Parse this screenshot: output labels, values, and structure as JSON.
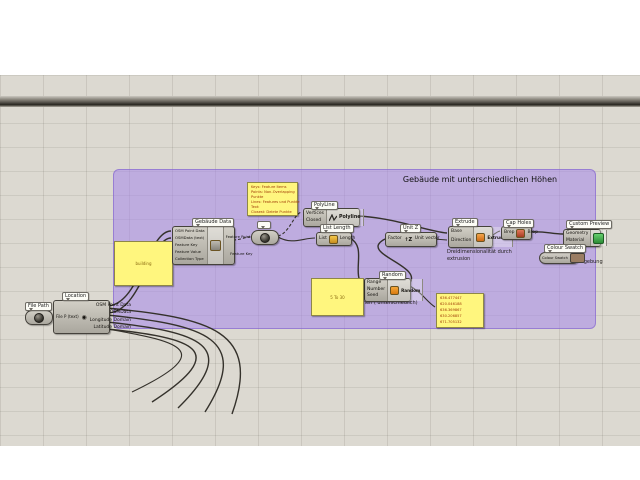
{
  "group": {
    "title": "Gebäude mit unterschiedlichen Höhen"
  },
  "colors": {
    "group_fill": "rgba(165,135,235,0.55)",
    "panel_yellow": "#fff67e",
    "swatch_brown": "#9a7d62",
    "preview_green": "#3fae49",
    "random_orange": "#e8920e",
    "extrude_orange": "#e07b28"
  },
  "nodes": {
    "file_path": {
      "tag": "File Path"
    },
    "location": {
      "tag": "Location",
      "input": "File P (text)",
      "outputs": [
        "OSM Point Data",
        "OSMData",
        "Longitude Domain",
        "Latitude Domain"
      ]
    },
    "osm_data": {
      "tag": "Gebäude Data",
      "inputs": [
        "OSM Point Data",
        "OSMData (text)",
        "Feature Key",
        "Feature Value",
        "Collection Type"
      ],
      "outputs": [
        "Feature Points",
        "Feature Key"
      ]
    },
    "panel_building": {
      "text": "building"
    },
    "panel_notes": {
      "lines": [
        "Keys: Feature Items",
        "Points: Non-Overlapping",
        "Punkte",
        "Lines: Features und Punkte",
        "Text:",
        "Closest: Delete Punkte"
      ]
    },
    "point_param": {
      "tag": ""
    },
    "polyline": {
      "tag": "PolyLine",
      "inputs": [
        "Vertices",
        "Closed"
      ],
      "label": "Polyline"
    },
    "list_length": {
      "tag": "List Length",
      "left": "List",
      "right": "Length"
    },
    "unit_z": {
      "tag": "Unit Z",
      "left": "Factor",
      "right": "Unit vector"
    },
    "extrude": {
      "tag": "Extrude",
      "inputs": [
        "Base",
        "Direction"
      ],
      "label": "Extrusion"
    },
    "cap_holes": {
      "tag": "Cap Holes",
      "left": "Brep",
      "right": "Brep"
    },
    "custom_preview": {
      "tag": "Custom Preview",
      "inputs": [
        "Geometry",
        "Material"
      ]
    },
    "colour_swatch": {
      "tag": "Colour Swatch",
      "label": "Colour Swatch"
    },
    "random": {
      "tag": "Random",
      "inputs": [
        "Range",
        "Number",
        "Seed"
      ],
      "label": "Random"
    },
    "panel_domain": {
      "text": "5 To 30"
    },
    "panel_values": {
      "lines": [
        "636.477447",
        "620.046188",
        "636.369867",
        "630.206857",
        "671.705132"
      ]
    }
  },
  "annotations": {
    "extrusion_note": "Dreidimensionalität durch\nextrusion",
    "heights_note": "Höhen ( unterschiedlich)",
    "color_note": "Farbgebung"
  }
}
